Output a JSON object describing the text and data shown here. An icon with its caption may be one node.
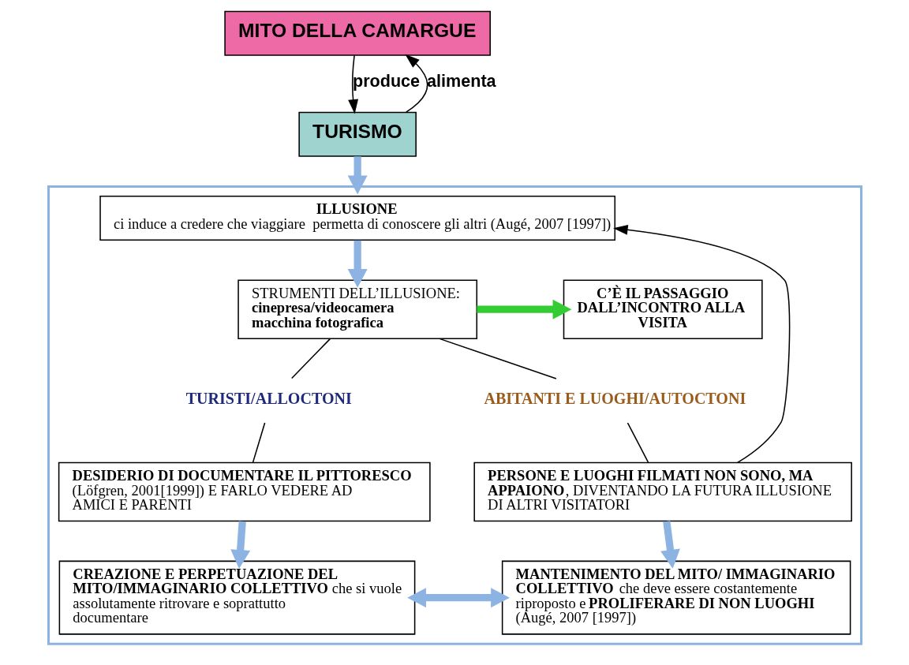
{
  "diagram": {
    "nodes": [
      {
        "text": [
          "MITO DELLA CAMARGUE"
        ]
      },
      {
        "text": [
          "TURISMO"
        ]
      },
      {
        "text": [],
        "shape": "box"
      },
      {
        "text": [
          "ILLUSIONE",
          "ci induce a credere che viaggiare  permetta di conoscere gli altri (Augé, 2007 [1997])"
        ],
        "in": 2
      },
      {
        "text": [
          "STRUMENTI DELL’ILLUSIONE:",
          "cinepresa/videocamera",
          "macchina fotografica"
        ],
        "in": 2
      },
      {
        "text": [
          "C’È IL PASSAGGIO DALL’INCONTRO ALLA VISITA"
        ],
        "in": 2
      },
      {
        "text": [
          "TURISTI/ALLOCTONI"
        ],
        "in": 2
      },
      {
        "text": [
          "ABITANTI E LUOGHI/AUTOCTONI"
        ],
        "in": 2
      },
      {
        "text": [
          "**DESIDERIO DI DOCUMENTARE IL PITTORESCO** (Löfgren, 2001[1999]) E FARLO VEDERE AD AMICI E PARENTI"
        ],
        "in": 2
      },
      {
        "text": [
          "**PERSONE E LUOGHI FILMATI NON SONO, MA APPAIONO**, DIVENTANDO LA FUTURA ILLUSIONE DI ALTRI VISITATORI"
        ],
        "in": 2
      },
      {
        "text": [
          "**CREAZIONE E PERPETUAZIONE DEL MITO/IMMAGINARIO COLLETTIVO** che si vuole assolutamente ritrovare e soprattutto documentare"
        ],
        "in": 2
      },
      {
        "text": [
          "**MANTENIMENTO DEL MITO/ IMMAGINARIO COLLETTIVO** che deve essere costantemente riproposto e **PROLIFERARE DI NON LUOGHI** (Augé, 2007 [1997])"
        ],
        "in": 2
      }
    ],
    "edges": [
      {
        "from": 0,
        "to": 1,
        "arrow": "to",
        "label": "produce"
      },
      {
        "from": 1,
        "to": 0,
        "arrow": "to",
        "label": "alimenta"
      },
      {
        "from": 1,
        "to": 2,
        "arrow": "to",
        "style": "thick",
        "color": "#8db3e2"
      },
      {
        "from": 3,
        "to": 4,
        "arrow": "to",
        "style": "thick",
        "color": "#8db3e2"
      },
      {
        "from": 4,
        "to": 5,
        "arrow": "to",
        "style": "thick",
        "color": "#33cc33"
      },
      {
        "from": 4,
        "to": 6,
        "arrow": "none"
      },
      {
        "from": 4,
        "to": 7,
        "arrow": "none"
      },
      {
        "from": 6,
        "to": 8,
        "arrow": "none"
      },
      {
        "from": 7,
        "to": 9,
        "arrow": "none"
      },
      {
        "from": 8,
        "to": 10,
        "arrow": "to",
        "style": "thick",
        "color": "#8db3e2"
      },
      {
        "from": 9,
        "to": 11,
        "arrow": "to",
        "style": "thick",
        "color": "#8db3e2"
      },
      {
        "from": 10,
        "to": 11,
        "arrow": "both",
        "style": "thick",
        "color": "#8db3e2"
      },
      {
        "from": 9,
        "to": 3,
        "arrow": "to"
      }
    ]
  }
}
